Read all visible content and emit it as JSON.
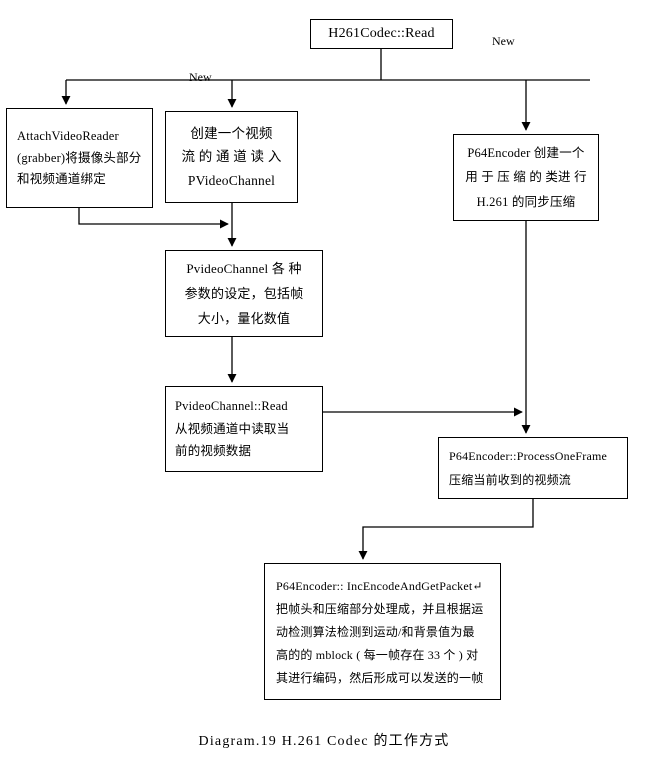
{
  "diagram": {
    "caption": "Diagram.19 H.261 Codec 的工作方式",
    "stroke_color": "#000000",
    "background_color": "#ffffff",
    "nodes": {
      "root": {
        "lines": [
          "H261Codec::Read"
        ]
      },
      "attach": {
        "lines": [
          "AttachVideoReader",
          "(grabber)将摄像头部分",
          "和视频通道绑定"
        ]
      },
      "create": {
        "lines": [
          "创建一个视频",
          "流 的 通 道 读 入",
          "PVideoChannel"
        ]
      },
      "p64": {
        "lines": [
          "P64Encoder 创建一个",
          "用 于 压 缩 的 类进 行",
          "H.261 的同步压缩"
        ]
      },
      "params": {
        "lines": [
          "PvideoChannel 各 种",
          "参数的设定，包括帧",
          "大小，量化数值"
        ]
      },
      "read": {
        "lines": [
          "PvideoChannel::Read",
          "从视频通道中读取当",
          "前的视频数据"
        ]
      },
      "process": {
        "lines": [
          "P64Encoder::ProcessOneFrame",
          "压缩当前收到的视频流"
        ]
      },
      "packet": {
        "lines": [
          "P64Encoder:: IncEncodeAndGetPacket↵",
          "把帧头和压缩部分处理成，并且根据运",
          "动检测算法检测到运动/和背景值为最",
          "高的的 mblock ( 每一帧存在 33 个 ) 对",
          "其进行编码，然后形成可以发送的一帧"
        ]
      }
    },
    "edge_labels": {
      "new_left": "New",
      "new_right": "New"
    }
  }
}
